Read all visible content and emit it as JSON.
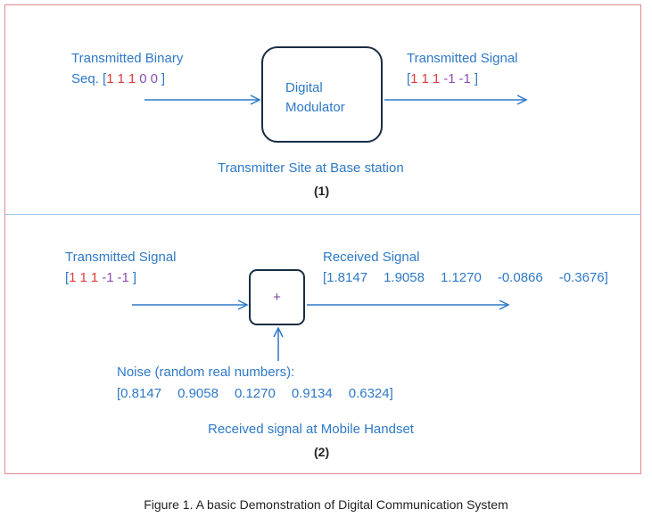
{
  "section1": {
    "input_label_line1": "Transmitted Binary",
    "input_label_prefix": "Seq. [",
    "input_bits": [
      "1",
      "1",
      "1",
      "0",
      "0"
    ],
    "input_label_suffix": "]",
    "block_line1": "Digital",
    "block_line2": "Modulator",
    "output_label_line1": "Transmitted Signal",
    "output_symbols": [
      "1",
      "1",
      "1",
      "-1",
      "-1"
    ],
    "caption": "Transmitter Site at Base station",
    "number": "(1)"
  },
  "section2": {
    "input_label_line1": "Transmitted Signal",
    "input_symbols": [
      "1",
      "1",
      "1",
      "-1",
      "-1"
    ],
    "sum_symbol": "+",
    "output_label_line1": "Received Signal",
    "received_values": [
      "1.8147",
      "1.9058",
      "1.1270",
      "-0.0866",
      "-0.3676"
    ],
    "noise_label": "Noise (random real numbers):",
    "noise_values": [
      "0.8147",
      "0.9058",
      "0.1270",
      "0.9134",
      "0.6324"
    ],
    "caption": "Received signal at Mobile Handset",
    "number": "(2)"
  },
  "figure_caption": "Figure 1. A basic Demonstration of Digital Communication System",
  "colors": {
    "accent_blue": "#2e79c7",
    "bit_one": "#e03a3a",
    "bit_zero": "#8a4fb3",
    "frame": "#e5868a",
    "box_border": "#1a2d44"
  }
}
